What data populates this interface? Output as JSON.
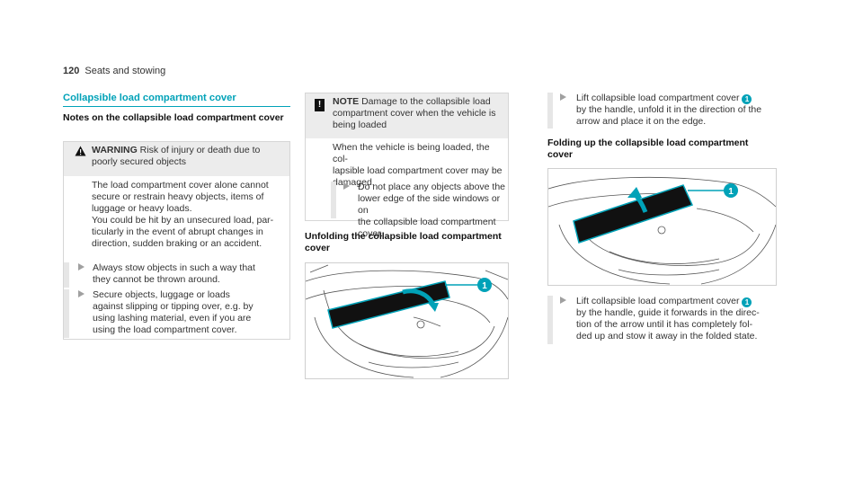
{
  "header": {
    "page_number": "120",
    "section": "Seats and stowing"
  },
  "col1": {
    "title": "Collapsible load compartment cover",
    "subtitle": "Notes on the collapsible load compartment cover",
    "warning": {
      "label": "WARNING",
      "head_line1": "Risk of injury or death due to",
      "head_line2": "poorly secured objects",
      "body": [
        "The load compartment cover alone cannot",
        "secure or restrain heavy objects, items of",
        "luggage or heavy loads.",
        "You could be hit by an unsecured load, par-",
        "ticularly in the event of abrupt changes in",
        "direction, sudden braking or an accident."
      ],
      "steps": [
        [
          "Always stow objects in such a way that",
          "they cannot be thrown around."
        ],
        [
          "Secure objects, luggage or loads",
          "against slipping or tipping over, e.g. by",
          "using lashing material, even if you are",
          "using the load compartment cover."
        ]
      ]
    }
  },
  "col2": {
    "note": {
      "label": "NOTE",
      "head_line1": "Damage to the collapsible load",
      "head_line2": "compartment cover when the vehicle is",
      "head_line3": "being loaded",
      "body": [
        "When the vehicle is being loaded, the col-",
        "lapsible load compartment cover may be",
        "damaged."
      ],
      "step": [
        "Do not place any objects above the",
        "lower edge of the side windows or on",
        "the collapsible load compartment cover."
      ]
    },
    "heading": [
      "Unfolding the collapsible load compartment",
      "cover"
    ],
    "callout": "1"
  },
  "col3": {
    "step1": [
      "Lift collapsible load compartment cover",
      "by the handle, unfold it in the direction of the",
      "arrow and place it on the edge."
    ],
    "heading": [
      "Folding up the collapsible load compartment",
      "cover"
    ],
    "callout": "1",
    "step2": [
      "Lift collapsible load compartment cover",
      "by the handle, guide it forwards in the direc-",
      "tion of the arrow until it has completely fol-",
      "ded up and stow it away in the folded state."
    ],
    "badge": "1"
  },
  "colors": {
    "accent": "#00a2b8",
    "box_header": "#ececec",
    "step_bar": "#e6e6e6"
  }
}
